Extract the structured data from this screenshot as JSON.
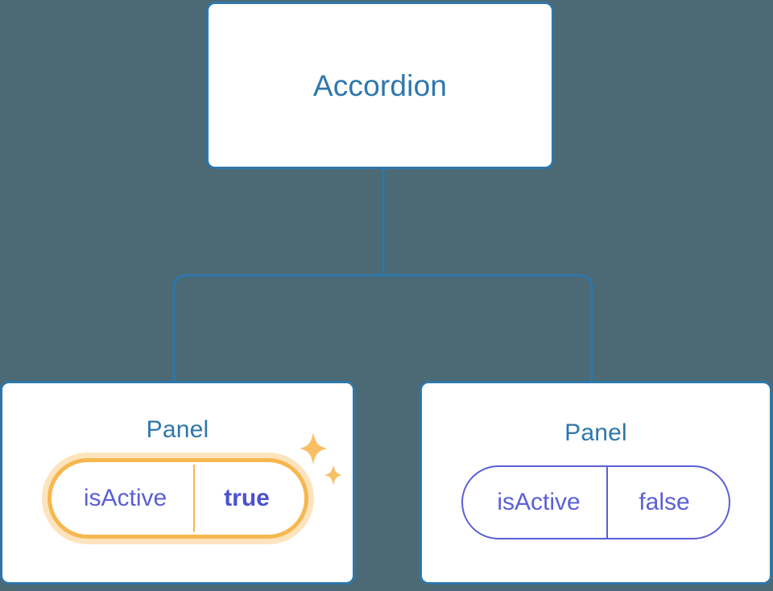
{
  "diagram": {
    "type": "component-tree",
    "background_color": "#4c6a75",
    "node_border_color": "#2e77ab",
    "node_title_color": "#2e77ab",
    "connector_color": "#2e77ab",
    "prop_text_color": "#5b5fd6",
    "highlight_color": "#f7b74f",
    "highlight_glow_color": "#fabe64",
    "sparkle_color": "#fabe64"
  },
  "root": {
    "label": "Accordion"
  },
  "children": [
    {
      "label": "Panel",
      "highlighted": true,
      "prop": {
        "name": "isActive",
        "value": "true"
      },
      "sparkle_large_icon": "sparkle-icon",
      "sparkle_small_icon": "sparkle-icon"
    },
    {
      "label": "Panel",
      "highlighted": false,
      "prop": {
        "name": "isActive",
        "value": "false"
      }
    }
  ]
}
